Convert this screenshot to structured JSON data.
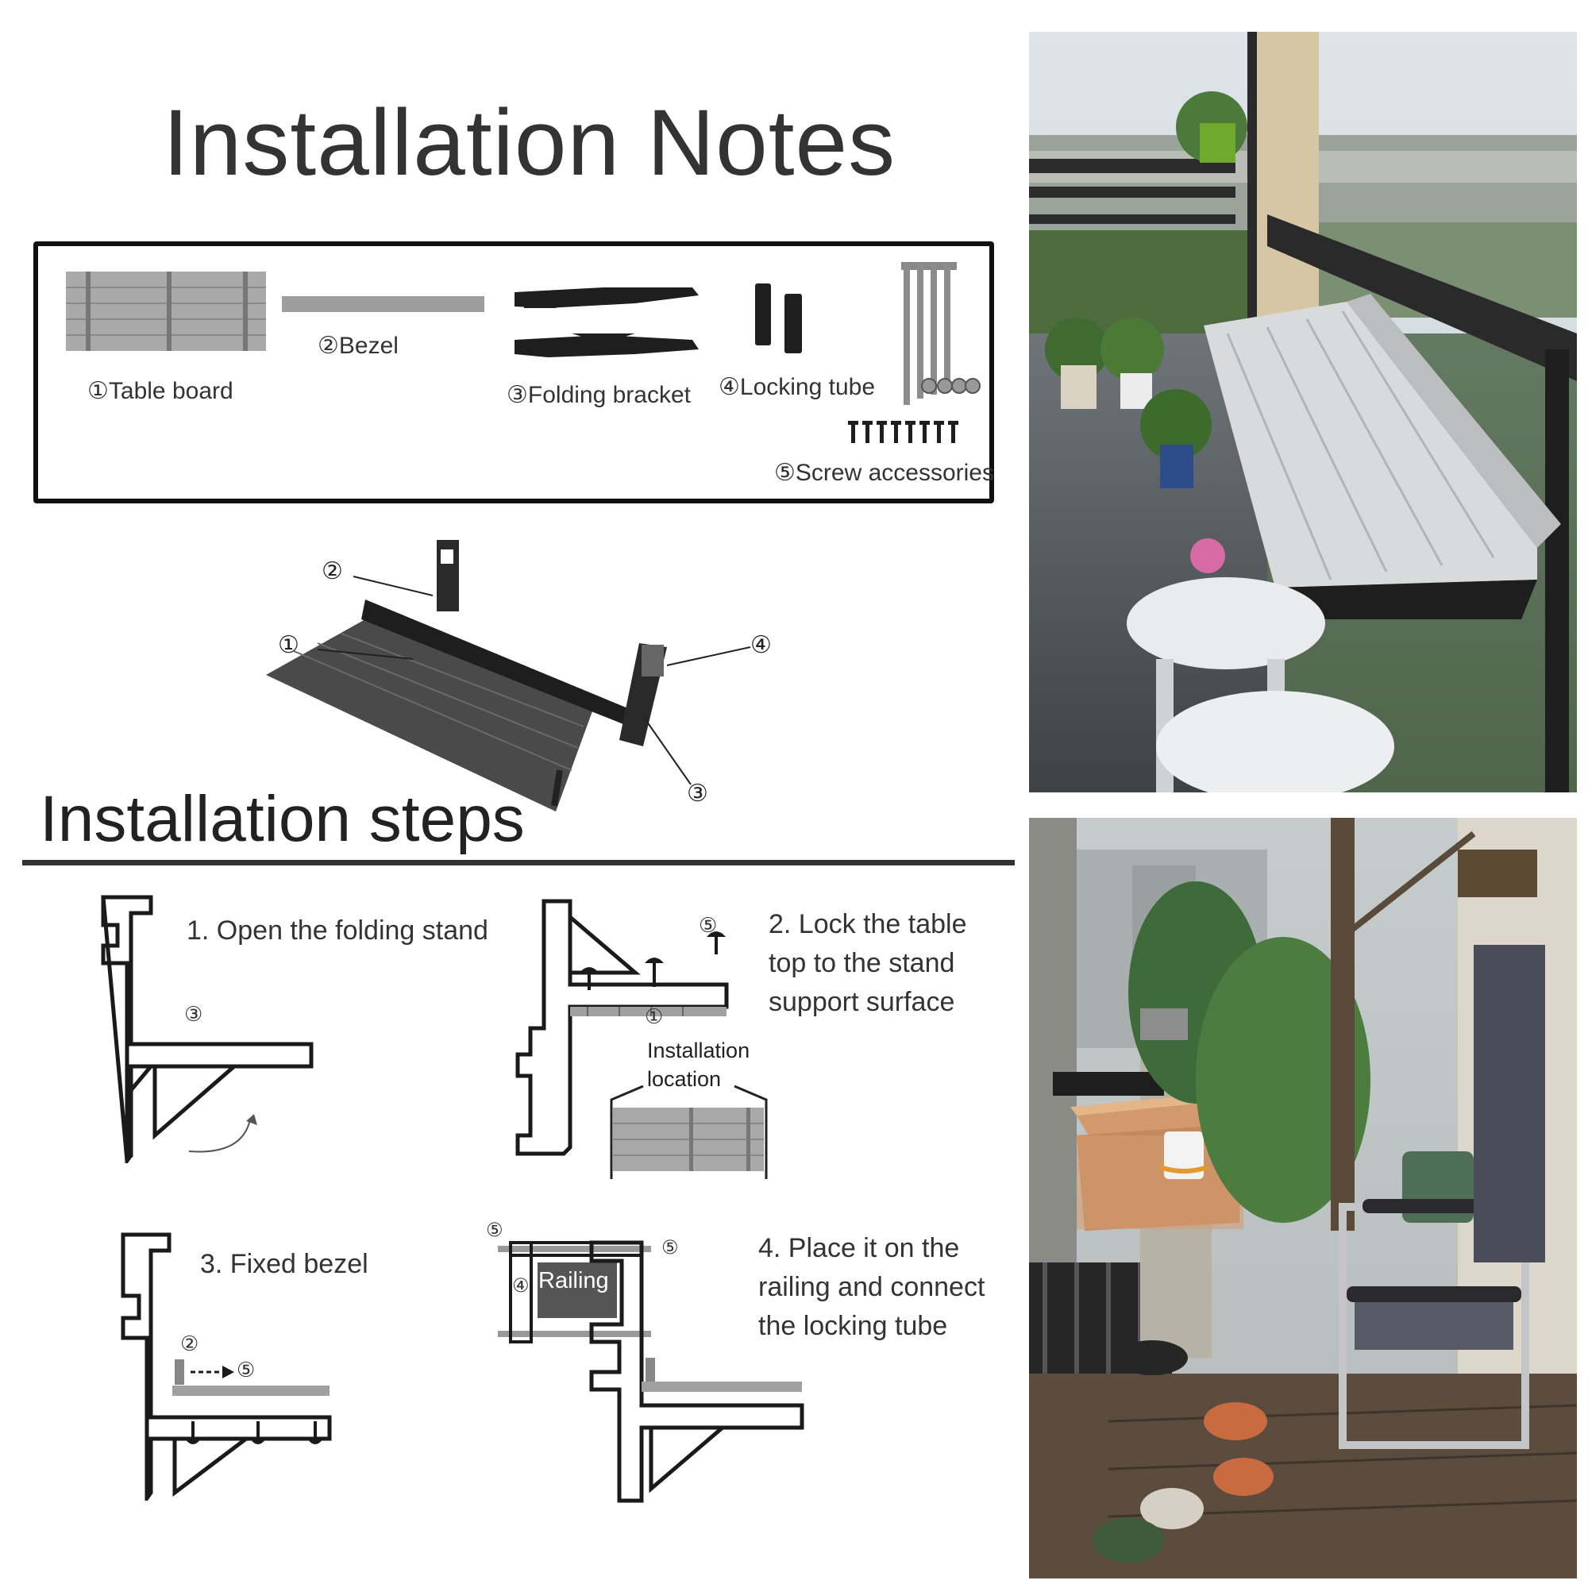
{
  "title": "Installation Notes",
  "parts": [
    {
      "label": "①Table board"
    },
    {
      "label": "②Bezel"
    },
    {
      "label": "③Folding bracket"
    },
    {
      "label": "④Locking tube"
    },
    {
      "label": "⑤Screw accessories"
    }
  ],
  "assembly_callouts": [
    "①",
    "②",
    "③",
    "④"
  ],
  "steps_title": "Installation steps",
  "steps": [
    {
      "lines": [
        "1. Open the folding stand"
      ],
      "marker": "③"
    },
    {
      "lines": [
        "2. Lock the table",
        "top to the stand",
        "support surface"
      ],
      "marker_top": "⑤",
      "marker_board": "①",
      "sub_label_lines": [
        "Installation",
        "location"
      ]
    },
    {
      "lines": [
        "3. Fixed bezel"
      ],
      "marker_left": "②",
      "marker_right": "⑤"
    },
    {
      "lines": [
        "4. Place it on the",
        "railing and connect",
        "the locking tube"
      ],
      "railing_label": "Railing",
      "marker_tube": "④",
      "marker_screw": "⑤"
    }
  ],
  "colors": {
    "ink": "#1a1a1a",
    "board": "#9a9a9a",
    "text": "#333333"
  }
}
